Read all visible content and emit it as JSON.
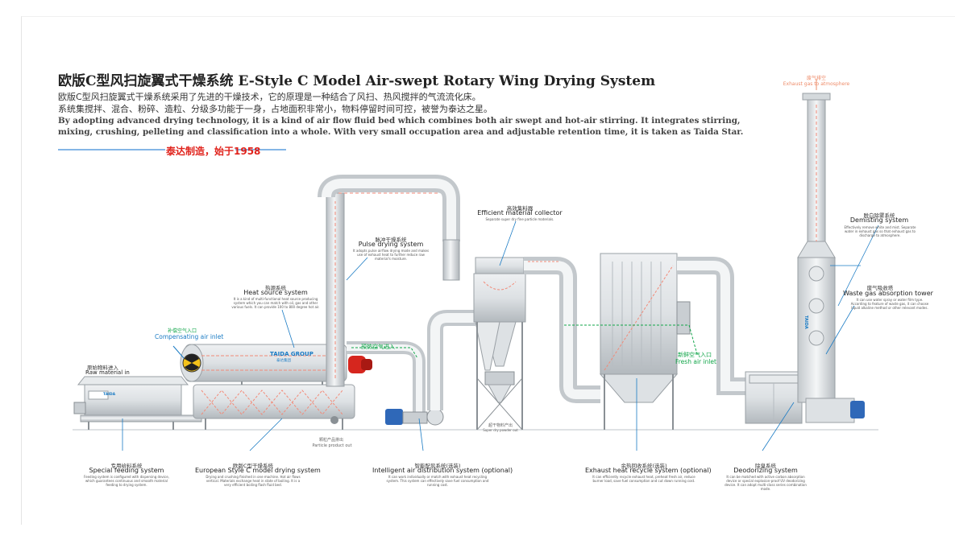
{
  "title": "欧版C型风扫旋翼式干燥系统 E-Style C Model Air-swept Rotary Wing Drying System",
  "intro_zh_1": "欧版C型风扫旋翼式干燥系统采用了先进的干燥技术，它的原理是一种结合了风扫、热风搅拌的气流流化床。",
  "intro_zh_2": "系统集搅拌、混合、粉碎、造粒、分级多功能于一身，占地面积非常小，物料停留时间可控，被誉为泰达之星。",
  "intro_en_1": "By adopting advanced drying technology, it is a kind of air flow fluid bed which combines both air swept and hot-air stirring. It integrates  stirring,",
  "intro_en_2": "mixing, crushing, pelleting and classification into a whole. With very small occupation area and adjustable retention time, it is taken as Taida Star.",
  "slogan": "泰达制造，始于1958",
  "labels": {
    "exhaust_zh": "废气排空",
    "exhaust_en": "Exhaust gas to atmosphere",
    "demisting_zh": "脱白除雾系统",
    "demisting_en": "Demisting system",
    "demisting_desc": "Effectively remove white and mist. Separate water in exhaust gas so that exhaust gas to discharge to atmosphere.",
    "waste_zh": "废气吸收塔",
    "waste_en": "Waste gas absorption tower",
    "waste_desc": "It can use water spray or water film type. According to feature of waste gas, it can choose liquid alkaline method or other relevant modes.",
    "collector_zh": "高效集料器",
    "collector_en": "Efficient material collector",
    "collector_desc": "Separate super dry fine particle materials.",
    "pulse_zh": "脉冲干燥系统",
    "pulse_en": "Pulse drying system",
    "pulse_desc": "It adopts pulse airflow drying mode and makes use of exhaust heat to further reduce raw material's moisture.",
    "heat_zh": "热源系统",
    "heat_en": "Heat source system",
    "heat_desc": "It is a kind of multi-functional heat source producing system which you can match with oil, gas and other various fuels. It can provide 100 to 800 degree hot air.",
    "comp_zh": "补偿空气入口",
    "comp_en": "Compensating air inlet",
    "raw_zh": "原始物料进入",
    "raw_en": "Raw material in",
    "preheat_zh": "预热空气进入",
    "fresh_zh": "新鲜空气入口",
    "fresh_en": "Fresh air inlet",
    "super_zh": "超干物料产出",
    "super_en": "Super dry powder out",
    "particle_zh": "颗粒产品排出",
    "particle_en": "Particle product out",
    "feed_zh": "专用给料系统",
    "feed_en": "Special feeding system",
    "feed_desc": "Feeding system is configured with dispersing device, which guarantees continuous and smooth material feeding to drying system.",
    "euro_zh": "欧版C型干燥系统",
    "euro_en": "European Style C model drying system",
    "euro_desc": "Drying and crushing finished in one machine. Hot air flows vertical. Materials exchange heat in state of boiling. It is a very efficient boiling flash fluid bed.",
    "intel_zh": "智能配风系统(选装)",
    "intel_en": "Intelligent air distribution system (optional)",
    "intel_desc": "It can work individually or match with exhaust heat recycling system. This system can effectively save fuel consumption and running cost.",
    "recycle_zh": "余热回收系统(选装)",
    "recycle_en": "Exhaust heat recycle system (optional)",
    "recycle_desc": "It can efficiently recycle exhaust heat, preheat fresh air, reduce burner load, save fuel consumption and cut down running cost.",
    "deodor_zh": "除臭系统",
    "deodor_en": "Deodorizing system",
    "deodor_desc": "It can be matched with active carbon absorption device or special explosion-proof UV deodorizing device. It can adopt multi-class series combination mode.",
    "taida_group": "TAIDA GROUP",
    "taida_sub": "泰达集团",
    "taida_small": "TAIDA",
    "taida_vert": "TAIDA"
  },
  "colors": {
    "title": "#222222",
    "slogan": "#e0221b",
    "accent_blue": "#1a7bc4",
    "air_green": "#12a64a",
    "flow_pink": "#f28a78",
    "steel": "#cfd4d8"
  }
}
